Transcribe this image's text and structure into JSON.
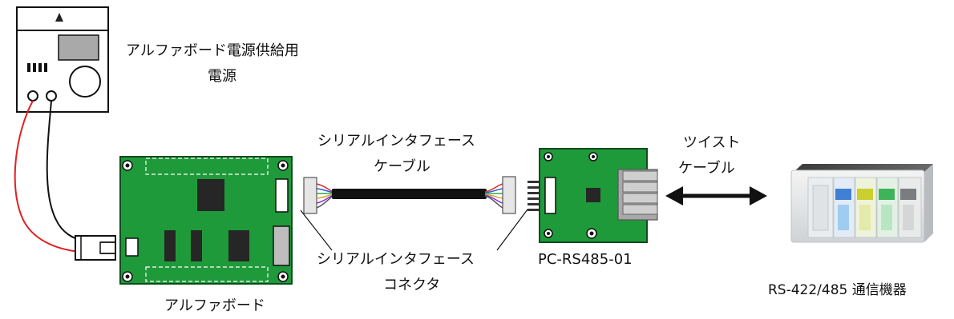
{
  "labels": {
    "power_supply_line1": "アルファボード電源供給用",
    "power_supply_line2": "電源",
    "serial_cable_line1": "シリアルインタフェース",
    "serial_cable_line2": "ケーブル",
    "serial_connector_line1": "シリアルインタフェース",
    "serial_connector_line2": "コネクタ",
    "twist_cable_line1": "ツイスト",
    "twist_cable_line2": "ケーブル",
    "alpha_board": "アルファボード",
    "converter": "PC-RS485-01",
    "rs_device": "RS-422/485 通信機器"
  },
  "colors": {
    "pcb_green": "#1f9a3a",
    "pcb_border": "#0d4d1c",
    "chip_dark": "#262626",
    "wire_red": "#e02020",
    "wire_black": "#111111",
    "cable_black": "#111111",
    "cable_connector": "#e6e6e6"
  }
}
